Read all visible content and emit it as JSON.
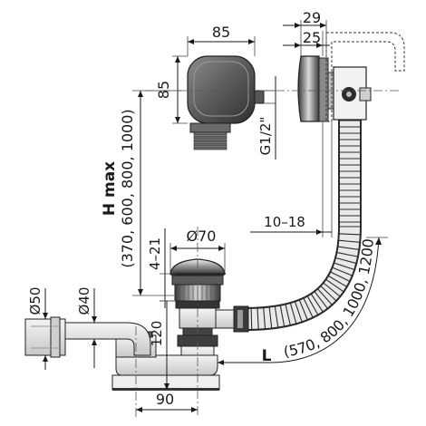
{
  "dimensions": {
    "overflow_width": "85",
    "overflow_height": "85",
    "plate_offset": "29",
    "plate_thickness": "25",
    "thread": "G1/2\"",
    "wall_range": "10–18",
    "waste_diameter": "Ø70",
    "waste_height": "4–21",
    "outlet_d50": "Ø50",
    "outlet_d40": "Ø40",
    "trap_height": "120",
    "trap_width": "90"
  },
  "hose_length": {
    "symbol": "L",
    "values": "(570, 800, 1000, 1200)"
  },
  "height_max": {
    "title": "H max",
    "values": "(370, 600, 800, 1000)"
  },
  "colors": {
    "metal_dark": "#4a4a4a",
    "metal_light": "#d8d8d8",
    "line": "#1a1a1a"
  }
}
